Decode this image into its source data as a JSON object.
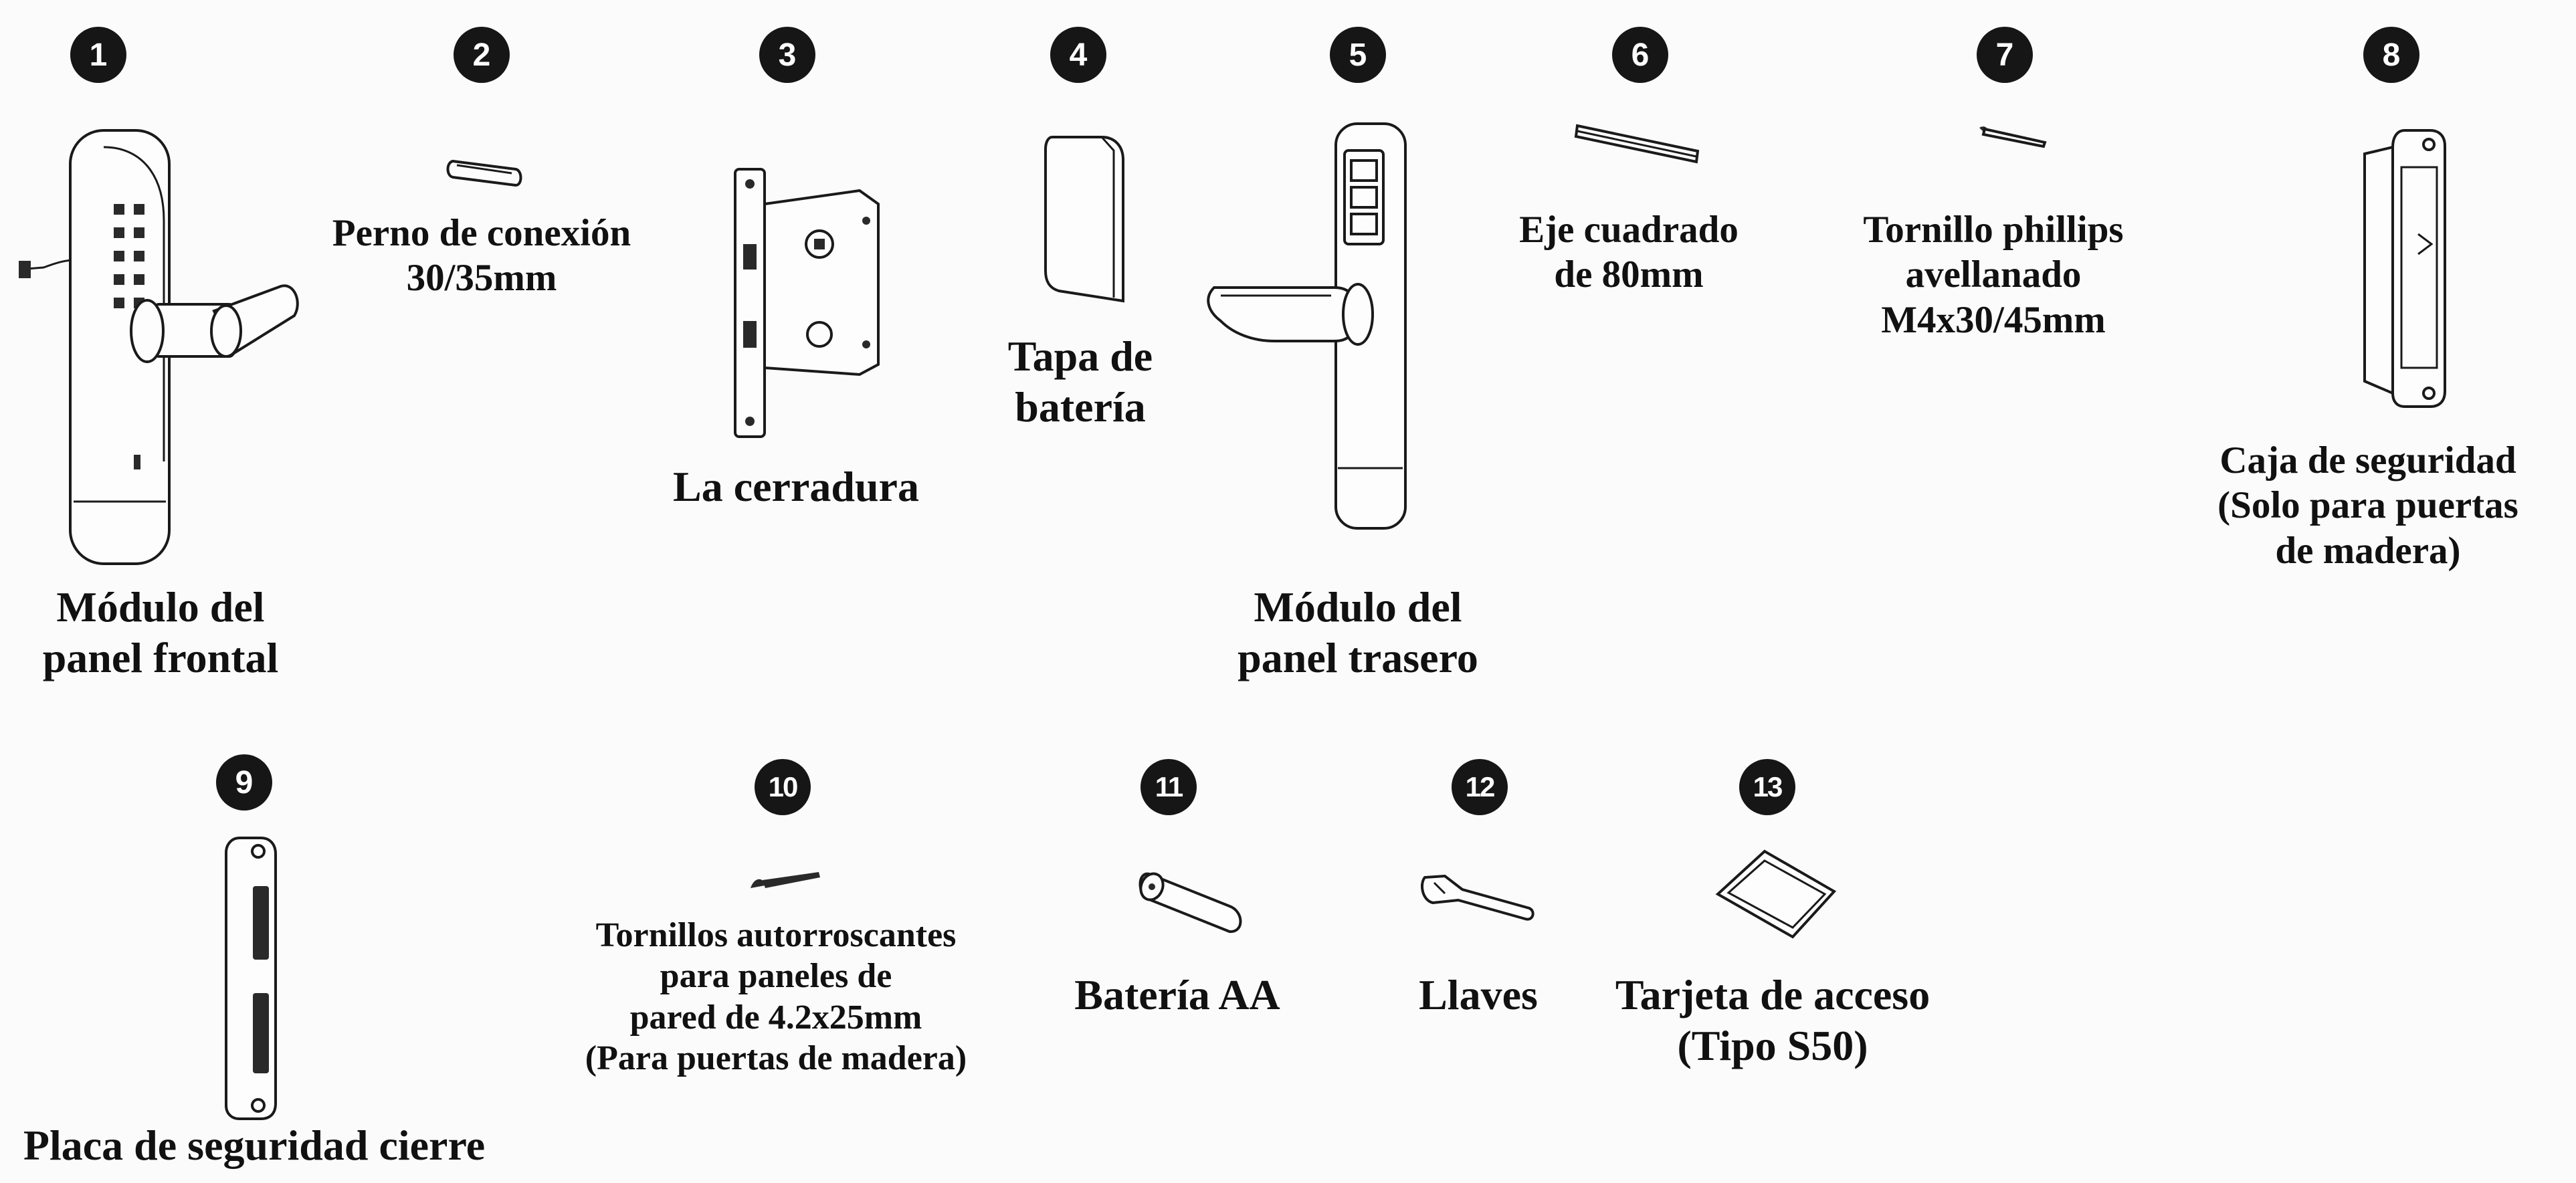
{
  "parts": [
    {
      "num": "1",
      "label": "Módulo del\npanel frontal"
    },
    {
      "num": "2",
      "label": "Perno de conexión\n30/35mm"
    },
    {
      "num": "3",
      "label": "La cerradura"
    },
    {
      "num": "4",
      "label": "Tapa de\nbatería"
    },
    {
      "num": "5",
      "label": "Módulo del\npanel trasero"
    },
    {
      "num": "6",
      "label": "Eje cuadrado\nde 80mm"
    },
    {
      "num": "7",
      "label": "Tornillo phillips\navellanado\nM4x30/45mm"
    },
    {
      "num": "8",
      "label": "Caja de seguridad\n(Solo para puertas\nde madera)"
    },
    {
      "num": "9",
      "label": "Placa de seguridad cierre"
    },
    {
      "num": "10",
      "label": "Tornillos autorroscantes\npara paneles de\npared de 4.2x25mm\n(Para puertas de madera)"
    },
    {
      "num": "11",
      "label": "Batería AA"
    },
    {
      "num": "12",
      "label": "Llaves"
    },
    {
      "num": "13",
      "label": "Tarjeta de acceso\n(Tipo S50)"
    }
  ]
}
